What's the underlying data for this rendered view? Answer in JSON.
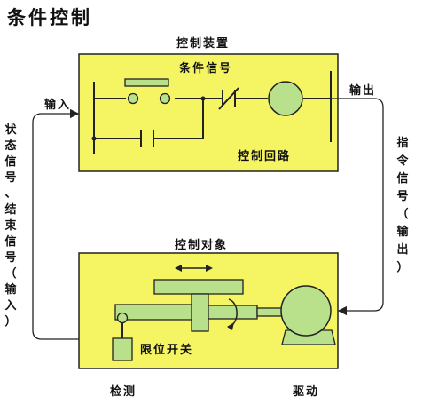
{
  "title": "条件控制",
  "control_device": {
    "label": "控制装置",
    "condition_signal": "条件信号",
    "control_circuit": "控制回路"
  },
  "controlled_object": {
    "label": "控制对象",
    "limit_switch": "限位开关"
  },
  "io": {
    "input": "输入",
    "output": "输出",
    "detect": "检测",
    "drive": "驱动"
  },
  "left_feedback": [
    "状",
    "态",
    "信",
    "号",
    "、",
    "结",
    "束",
    "信",
    "号",
    "（",
    "输",
    "入",
    "）"
  ],
  "right_command": [
    "指",
    "令",
    "信",
    "号",
    "（",
    "输",
    "出",
    "）"
  ],
  "colors": {
    "box_fill": "#f5f564",
    "device_fill": "#b9e08a",
    "stroke": "#222222"
  }
}
